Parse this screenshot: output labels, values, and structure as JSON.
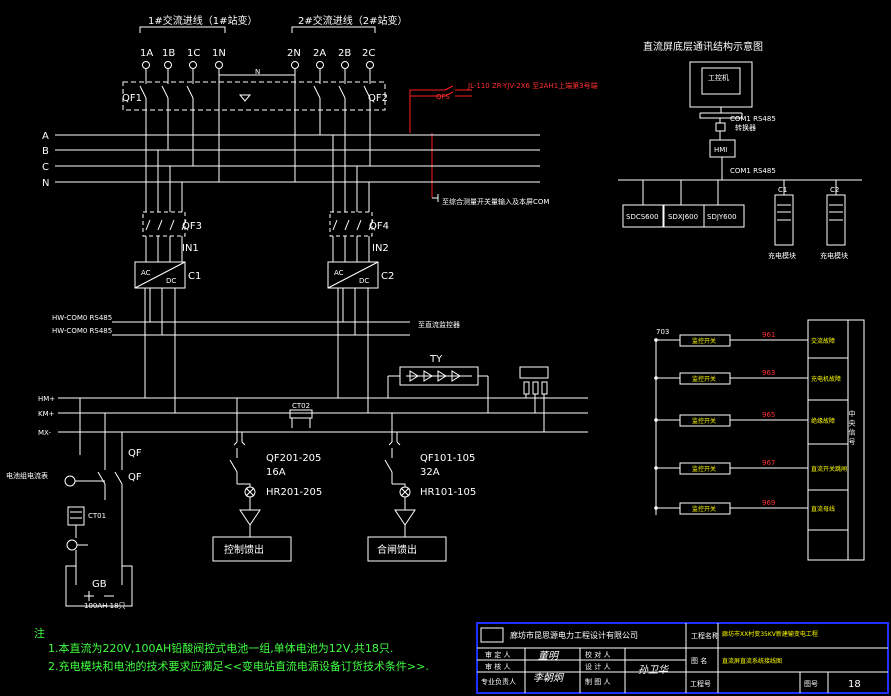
{
  "incoming": {
    "line1_title": "1#交流进线（1#站变）",
    "line2_title": "2#交流进线（2#站变）",
    "terminals1": [
      "1A",
      "1B",
      "1C",
      "1N"
    ],
    "terminals2": [
      "2N",
      "2A",
      "2B",
      "2C"
    ],
    "neutral_mark": "N",
    "qf1": "QF1",
    "qf2": "QF2",
    "cable_note": "JL-110 ZR-YJV-2X6 至2AH1上端第3号端",
    "qfs": "QFS"
  },
  "buses": {
    "phases": [
      "A",
      "B",
      "C",
      "N"
    ],
    "com_note": "至综合测量开关量输入及本屏COM",
    "dc_buses": [
      "HM+",
      "KM+",
      "MX-"
    ]
  },
  "rectifiers": {
    "qf3": "QF3",
    "qf4": "QF4",
    "in1": "IN1",
    "in2": "IN2",
    "c1": "C1",
    "c2": "C2",
    "ac": "AC",
    "dc": "DC",
    "rs_line1": "HW-COM0 RS485",
    "rs_line2": "HW-COM0 RS485",
    "monitor_note": "至直流监控器"
  },
  "outputs": {
    "ty": "TY",
    "ct02": "CT02",
    "ctrl_breaker": "QF201-205",
    "ctrl_rating": "16A",
    "ctrl_lamp": "HR201-205",
    "ctrl_out": "控制馈出",
    "close_breaker": "QF101-105",
    "close_rating": "32A",
    "close_lamp": "HR101-105",
    "close_out": "合闸馈出"
  },
  "battery": {
    "meter_label": "电池组电流表",
    "qf": "QF",
    "ct01": "CT01",
    "gb": "GB",
    "gb_note": "100AH 18只"
  },
  "comm": {
    "title": "直流屏底层通讯结构示意图",
    "pc": "工控机",
    "com1_a": "COM1 RS485",
    "converter": "转换器",
    "hmi": "HMI",
    "com1_b": "COM1 RS485",
    "devices": [
      "SDCS600",
      "SDXJ600",
      "SDJY600"
    ],
    "c1": "C1",
    "c2": "C2",
    "module": "充电模块"
  },
  "monitor": {
    "node": "703",
    "switch_label": "监控开关",
    "codes": [
      "961",
      "963",
      "965",
      "967",
      "969"
    ],
    "right_labels": [
      "交流故障",
      "充电机故障",
      "绝缘故障",
      "直流开关跳闸",
      "直流母线"
    ],
    "vertical_label": "中 央 信 号"
  },
  "notes": {
    "zhu": "注",
    "line1": "1.本直流为220V,100AH铅酸阀控式电池一组,单体电池为12V,共18只.",
    "line2": "2.充电模块和电池的技术要求应满足<<变电站直流电源设备订货技术条件>>."
  },
  "titleblock": {
    "company": "廊坊市昆思源电力工程设计有限公司",
    "project_label": "工程名称",
    "project_name": "廊坊市XX村变35KV新建输变电工程",
    "review": "审 定 人",
    "check": "审 核 人",
    "lead": "专业负责人",
    "proofread": "校 对 人",
    "designer": "设 计 人",
    "drawer": "制 图 人",
    "drawing_label": "图 名",
    "drawing_name": "直流屏直流系统接线图",
    "drawing_no_label": "工程号",
    "sheet_label": "图号",
    "sheet_no": "18",
    "sign1": "董明",
    "sign2": "李朝炯",
    "sign3": "孙卫华"
  }
}
